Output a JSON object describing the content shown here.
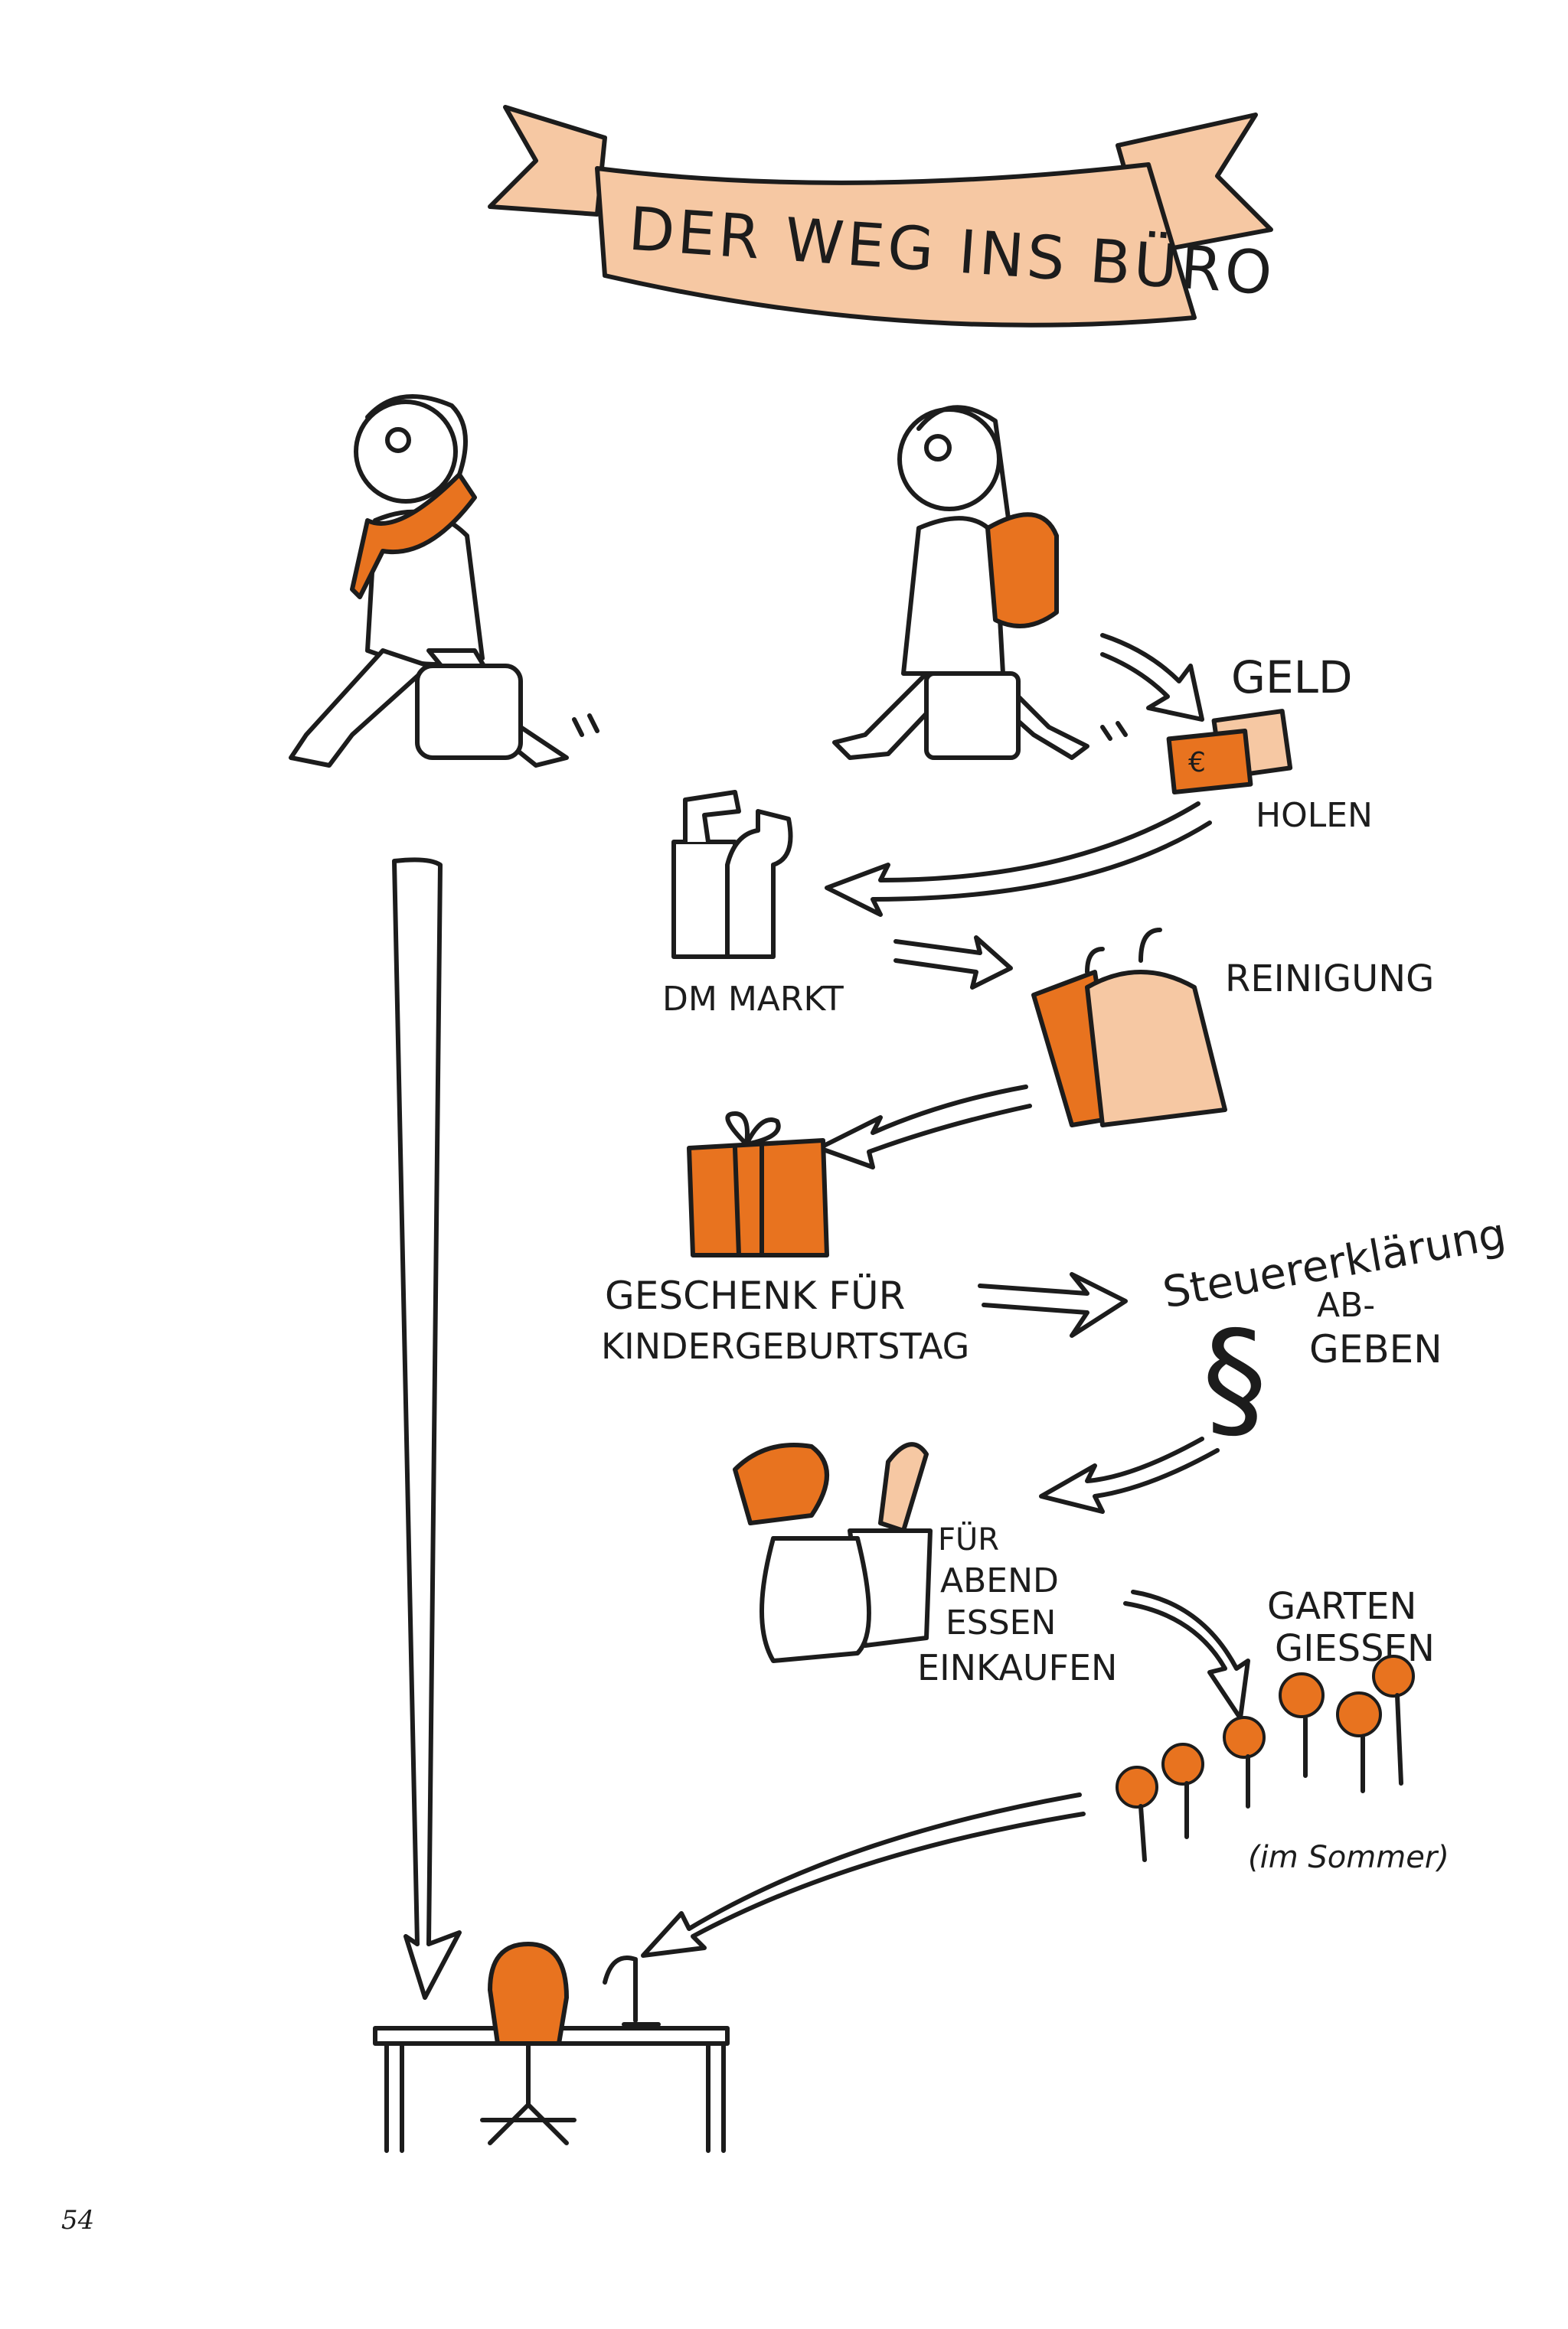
{
  "title": "DER WEG INS BÜRO",
  "colors": {
    "accent": "#e8731f",
    "banner": "#f6c8a3",
    "ink": "#1c1c1c"
  },
  "stations": {
    "geld_line1": "GELD",
    "geld_line2": "HOLEN",
    "dm_markt": "DM MARKT",
    "reinigung": "REINIGUNG",
    "geschenk_line1": "GESCHENK FÜR",
    "geschenk_line2": "KINDERGEBURTSTAG",
    "steuer_title": "Steuererklärung",
    "steuer_line1": "AB-",
    "steuer_line2": "GEBEN",
    "einkauf_line1": "FÜR",
    "einkauf_line2": "ABEND",
    "einkauf_line3": "ESSEN",
    "einkauf_line4": "EINKAUFEN",
    "garten_line1": "GARTEN",
    "garten_line2": "GIESSEN",
    "garten_note": "(im Sommer)"
  },
  "icons": {
    "money": "euro-bill-icon",
    "paragraph": "§"
  },
  "page_number": "54"
}
